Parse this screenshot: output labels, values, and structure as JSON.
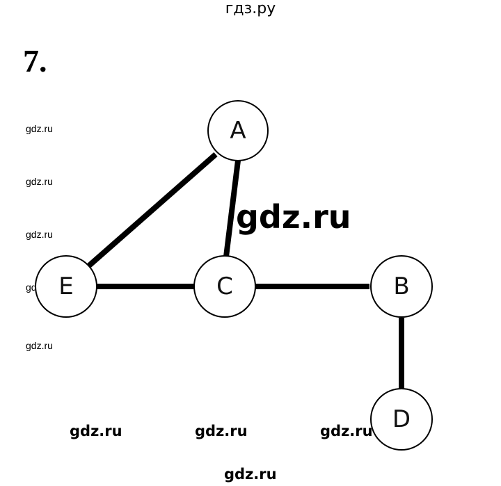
{
  "header": {
    "site_title": "гдз.ру",
    "task_number": "7."
  },
  "watermarks": {
    "left": [
      "gdz.ru",
      "gdz.ru",
      "gdz.ru",
      "gdz.ru",
      "gdz.ru"
    ],
    "center": "gdz.ru",
    "bottom_row": [
      "gdz.ru",
      "gdz.ru",
      "gdz.ru"
    ],
    "footer": "gdz.ru"
  },
  "graph": {
    "nodes": [
      "A",
      "E",
      "C",
      "B",
      "D"
    ],
    "edges": [
      [
        "A",
        "E"
      ],
      [
        "A",
        "C"
      ],
      [
        "E",
        "C"
      ],
      [
        "C",
        "B"
      ],
      [
        "B",
        "D"
      ]
    ]
  }
}
